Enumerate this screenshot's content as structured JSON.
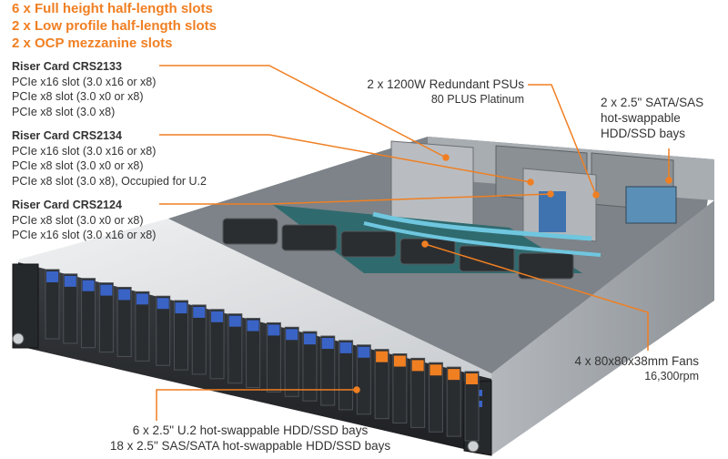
{
  "headline": {
    "color": "#f07f22",
    "lines": [
      "6 x Full height half-length slots",
      "2 x Low profile half-length slots",
      "2 x OCP mezzanine slots"
    ]
  },
  "risers": [
    {
      "title": "Riser Card CRS2133",
      "lines": [
        "PCIe x16 slot (3.0 x16 or x8)",
        "PCIe x8 slot (3.0 x0 or x8)",
        "PCIe x8 slot (3.0 x8)"
      ]
    },
    {
      "title": "Riser Card CRS2134",
      "lines": [
        "PCIe x16 slot (3.0 x16 or x8)",
        "PCIe x8 slot (3.0 x0 or x8)",
        "PCIe x8 slot (3.0 x8), Occupied for U.2"
      ]
    },
    {
      "title": "Riser Card CRS2124",
      "lines": [
        "PCIe x8 slot (3.0 x0 or x8)",
        "PCIe x16 slot (3.0 x16 or x8)"
      ]
    }
  ],
  "psu": {
    "line1": "2 x 1200W Redundant PSUs",
    "line2": "80 PLUS Platinum"
  },
  "rear_bays": {
    "line1": "2 x 2.5\" SATA/SAS",
    "line2": "hot-swappable",
    "line3": "HDD/SSD bays"
  },
  "fans": {
    "line1": "4 x 80x80x38mm Fans",
    "line2": "16,300rpm"
  },
  "front_bays": {
    "line1": "6 x 2.5\" U.2 hot-swappable HDD/SSD bays",
    "line2": "18 x 2.5\" SAS/SATA hot-swappable HDD/SSD bays"
  },
  "colors": {
    "accent": "#f07f22",
    "bay_blue": "#3a63c6",
    "bay_orange": "#f07f22",
    "chassis": "#9aa0a6"
  }
}
